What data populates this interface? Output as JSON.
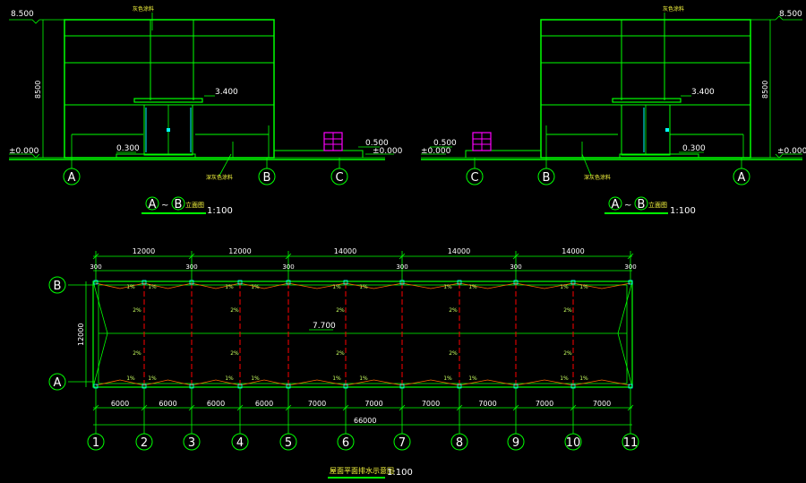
{
  "elevation_left": {
    "label_top_level": "8.500",
    "label_ground_level": "±0.000",
    "label_height": "8500",
    "label_canopy": "3.400",
    "label_step": "0.300",
    "label_annex_top": "0.500",
    "label_annex_ground": "±0.000",
    "note_top": "灰色涂料",
    "note_bottom": "深灰色涂料",
    "axes": [
      "A",
      "B",
      "C"
    ],
    "title_prefix_a": "A",
    "title_prefix_b": "B",
    "title_tilde": "~",
    "title_text": "立面图",
    "scale": "1:100"
  },
  "elevation_right": {
    "label_top_level": "8.500",
    "label_ground_level": "±0.000",
    "label_height": "8500",
    "label_canopy": "3.400",
    "label_step": "0.300",
    "label_annex_top": "0.500",
    "label_annex_ground": "±0.000",
    "note_top": "灰色涂料",
    "note_bottom": "深灰色涂料",
    "axes": [
      "C",
      "B",
      "A"
    ],
    "title_prefix_a": "A",
    "title_prefix_b": "B",
    "title_tilde": "~",
    "title_text": "立面图",
    "scale": "1:100"
  },
  "roof_plan": {
    "top_dims": [
      "12000",
      "12000",
      "14000",
      "14000",
      "14000"
    ],
    "edge_dims": [
      "300",
      "300",
      "300",
      "300",
      "300",
      "300"
    ],
    "bottom_dims": [
      "6000",
      "6000",
      "6000",
      "6000",
      "7000",
      "7000",
      "7000",
      "7000",
      "7000",
      "7000"
    ],
    "total_dim": "66000",
    "side_dim": "12000",
    "ridge_level": "7.700",
    "slope_small": "1%",
    "slope_large": "2%",
    "row_axes": [
      "B",
      "A"
    ],
    "col_axes": [
      "1",
      "2",
      "3",
      "4",
      "5",
      "6",
      "7",
      "8",
      "9",
      "10",
      "11"
    ],
    "title_text": "屋面平面排水示意图",
    "scale": "1:100"
  },
  "colors": {
    "background": "#000000",
    "outline": "#00ff00",
    "text": "#ffffff",
    "note": "#ffff40",
    "magenta": "#ff00ff",
    "cyan": "#00ffff",
    "red": "#ff0000"
  }
}
